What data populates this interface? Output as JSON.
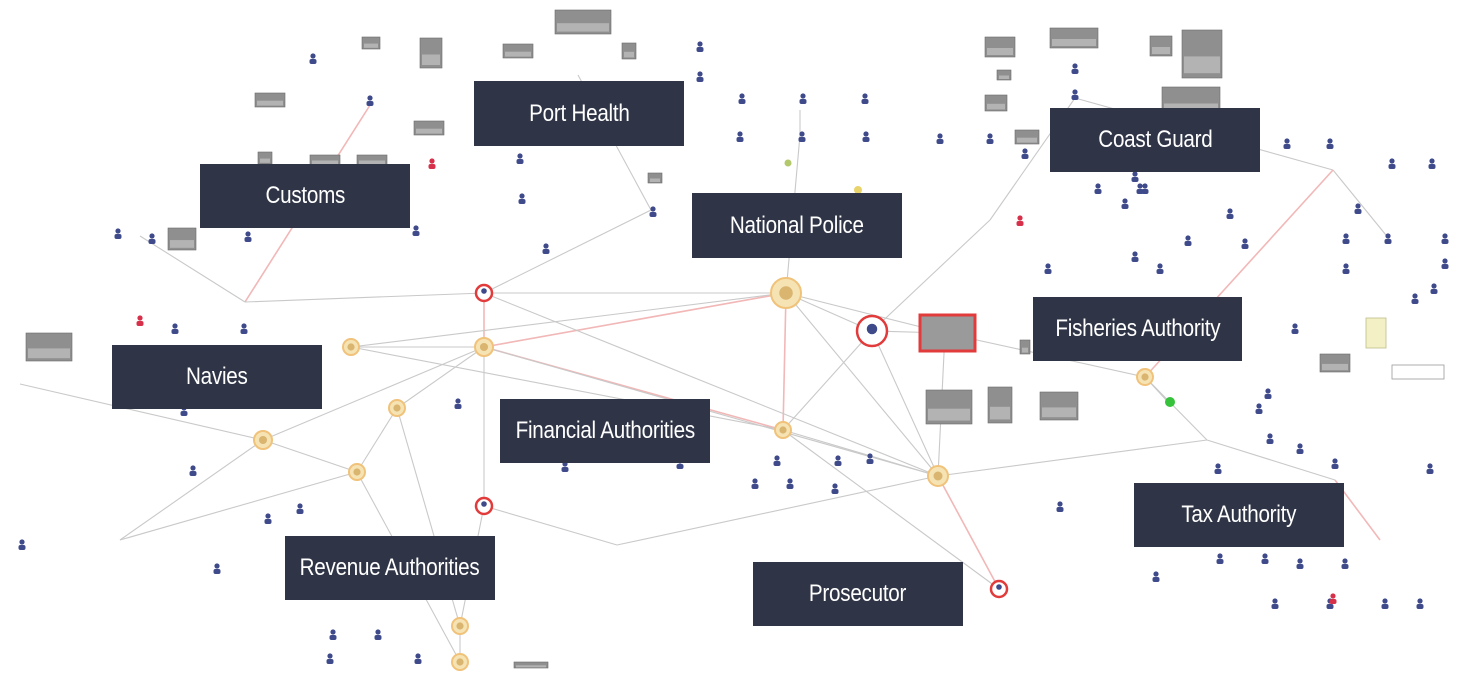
{
  "agencies": [
    {
      "id": "port-health",
      "label": "Port Health"
    },
    {
      "id": "customs",
      "label": "Customs"
    },
    {
      "id": "coast-guard",
      "label": "Coast Guard"
    },
    {
      "id": "national-police",
      "label": "National Police"
    },
    {
      "id": "fisheries-authority",
      "label": "Fisheries Authority"
    },
    {
      "id": "navies",
      "label": "Navies"
    },
    {
      "id": "financial-authorities",
      "label": "Financial Authorities"
    },
    {
      "id": "tax-authority",
      "label": "Tax Authority"
    },
    {
      "id": "revenue-authorities",
      "label": "Revenue Authorities"
    },
    {
      "id": "prosecutor",
      "label": "Prosecutor"
    }
  ],
  "colors": {
    "label_bg": "#2f3547",
    "label_text": "#ffffff",
    "edge": "#c9c9c9",
    "edge_highlight": "#f2b7b7",
    "hub_fill": "#f6e3b4",
    "hub_ring": "#f0c27a",
    "focus_ring": "#e23b3b",
    "person_icon": "#3e4a8a",
    "alert_icon": "#d6304a",
    "ok_icon": "#36c23a",
    "photo": "#8f8f8f"
  }
}
